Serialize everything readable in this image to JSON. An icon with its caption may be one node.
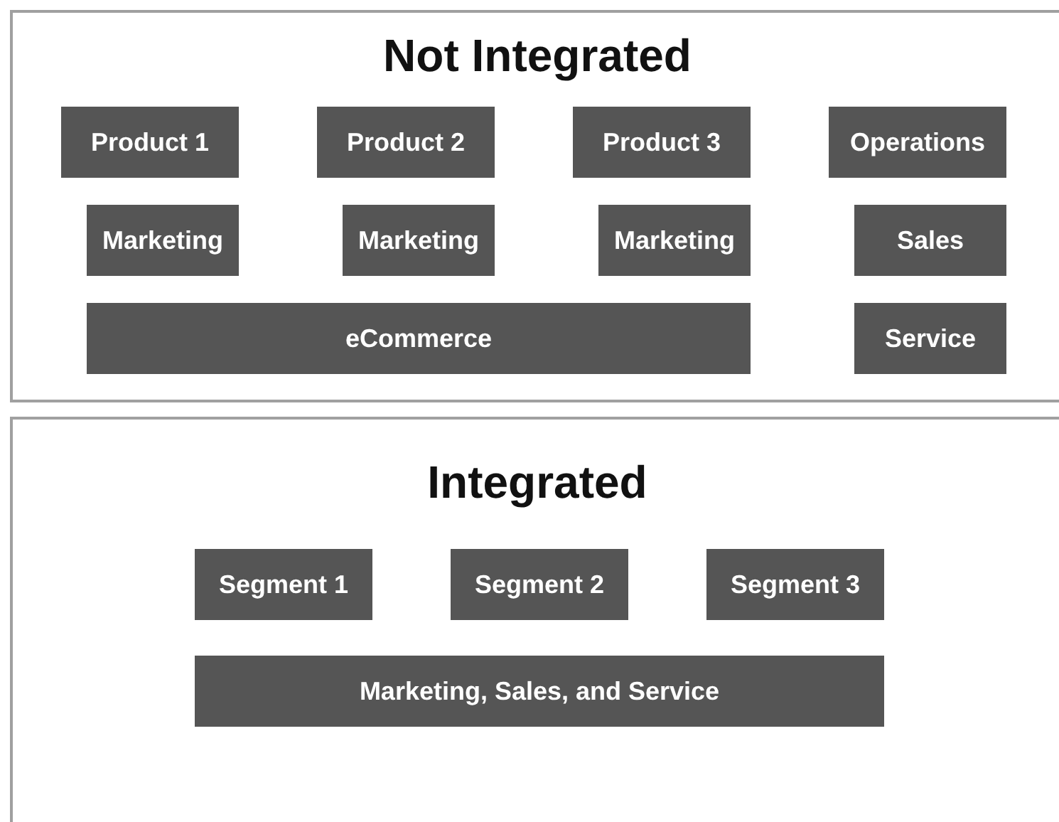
{
  "diagram": {
    "nodes": [
      {
        "text": [
          "Not Integrated"
        ]
      },
      {
        "text": [
          "Product 1"
        ],
        "in": 0
      },
      {
        "text": [
          "Product 2"
        ],
        "in": 0
      },
      {
        "text": [
          "Product 3"
        ],
        "in": 0
      },
      {
        "text": [
          "Operations"
        ],
        "in": 0
      },
      {
        "text": [
          "Marketing"
        ],
        "in": 0
      },
      {
        "text": [
          "Marketing"
        ],
        "in": 0
      },
      {
        "text": [
          "Marketing"
        ],
        "in": 0
      },
      {
        "text": [
          "Sales"
        ],
        "in": 0
      },
      {
        "text": [
          "eCommerce"
        ],
        "in": 0
      },
      {
        "text": [
          "Service"
        ],
        "in": 0
      },
      {
        "text": [
          "Integrated"
        ]
      },
      {
        "text": [
          "Segment 1"
        ],
        "in": 11
      },
      {
        "text": [
          "Segment 2"
        ],
        "in": 11
      },
      {
        "text": [
          "Segment 3"
        ],
        "in": 11
      },
      {
        "text": [
          "Marketing, Sales, and Service"
        ],
        "in": 11
      }
    ]
  }
}
